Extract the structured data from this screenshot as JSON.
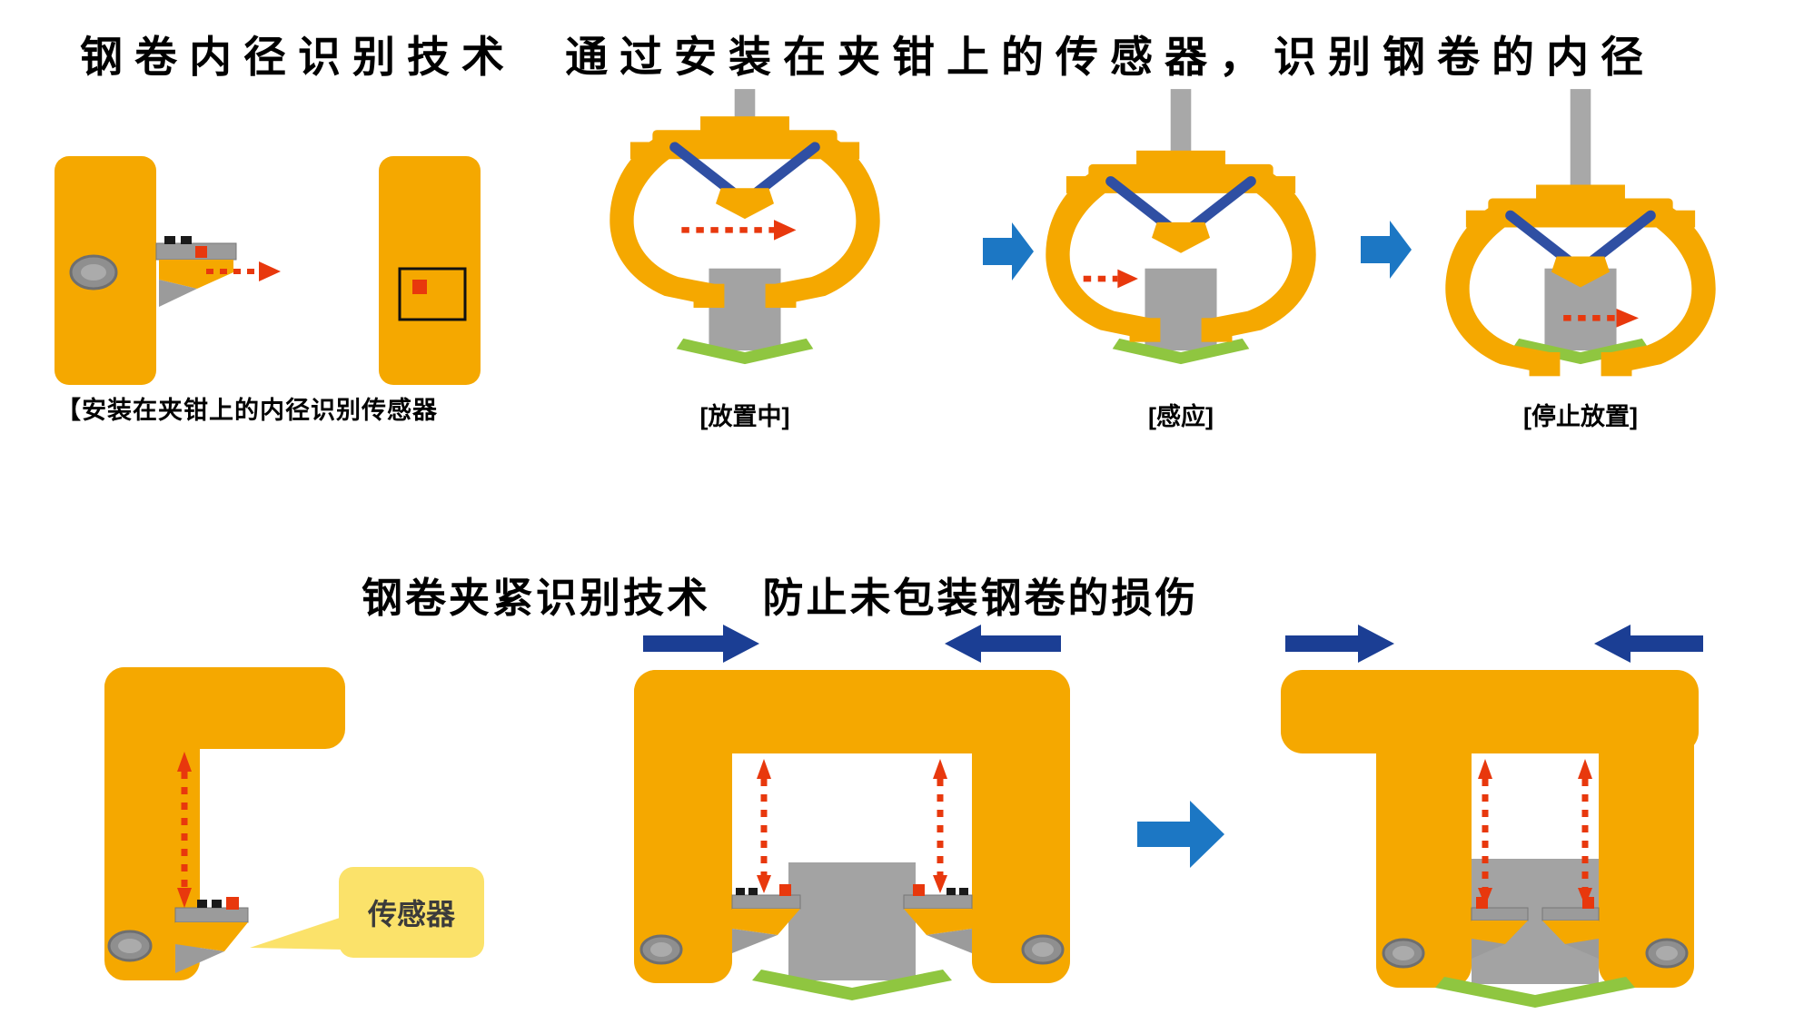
{
  "top": {
    "title": "钢卷内径识别技术",
    "subtitle": "通过安装在夹钳上的传感器，识别钢卷的内径",
    "left_caption": "【安装在夹钳上的内径识别传感器",
    "stages": [
      {
        "label": "[放置中]"
      },
      {
        "label": "[感应]"
      },
      {
        "label": "[停止放置]"
      }
    ]
  },
  "bottom": {
    "title": "钢卷夹紧识别技术",
    "subtitle": "防止未包装钢卷的损伤",
    "sensor_callout": "传感器"
  },
  "colors": {
    "clamp_yellow": "#F5A800",
    "callout_yellow": "#FBE26A",
    "coil_gray": "#A3A3A3",
    "shaft_gray": "#A8A8A8",
    "link_blue": "#2F4FA3",
    "transition_blue": "#1C77C4",
    "clamp_force_navy": "#1B3E94",
    "sensor_red": "#E8380D",
    "saddle_green": "#8FC640"
  }
}
